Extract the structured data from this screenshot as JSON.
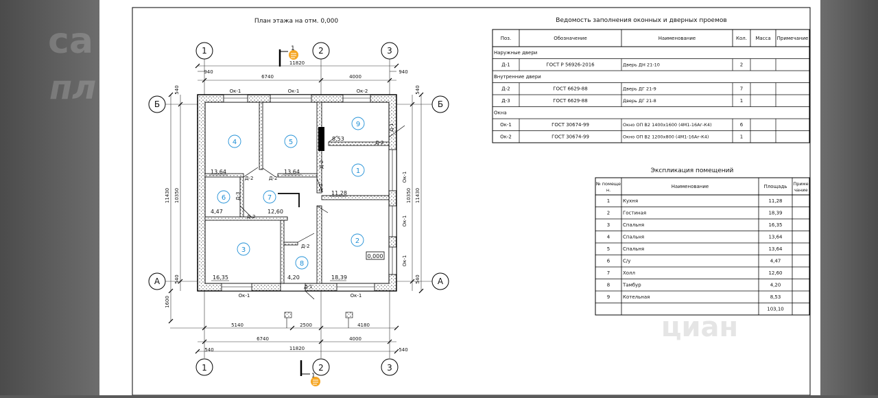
{
  "plan": {
    "title": "План этажа на отм. 0,000",
    "axes": {
      "col1": "1",
      "col2": "2",
      "col3": "3",
      "rowB": "Б",
      "rowA": "А"
    },
    "section": {
      "mark": "1"
    },
    "dims": {
      "top_total": "11820",
      "top_a": "6740",
      "top_b": "4000",
      "top_l": "940",
      "top_r": "940",
      "bot_a": "5140",
      "bot_b": "2500",
      "bot_c": "4180",
      "bot_d": "6740",
      "bot_e": "4000",
      "bot_total": "11820",
      "bot_l": "540",
      "bot_r": "540",
      "left_outer": "11430",
      "left_inner": "10350",
      "left_top": "540",
      "left_bot": "540",
      "left_porch": "1600",
      "right_outer": "11430",
      "right_inner": "10350",
      "right_top": "540",
      "right_bot": "540"
    },
    "windows": {
      "w_top1": "Ок-1",
      "w_top2": "Ок-1",
      "w_top3": "Ок-2",
      "w_bot1": "Ок-1",
      "w_bot2": "Ок-1",
      "w_r1": "Ок-1",
      "w_r2": "Ок-1",
      "w_r3": "Ок-1"
    },
    "doors": {
      "d1": "Д-1",
      "d1b": "Д-1",
      "d2a": "Д-2",
      "d2b": "Д-2",
      "d2c": "Д-2",
      "d2d": "Д-2",
      "d2e": "Д-2",
      "d2f": "Д-2",
      "d3": "Д-3"
    },
    "rooms": {
      "r1": "1",
      "r2": "2",
      "r3": "3",
      "r4": "4",
      "r5": "5",
      "r6": "6",
      "r7": "7",
      "r8": "8",
      "r9": "9"
    },
    "areas": {
      "a1": "11,28",
      "a2": "18,39",
      "a3": "16,35",
      "a4": "13,64",
      "a5": "13,64",
      "a6": "4,47",
      "a7": "12,60",
      "a8": "4,20",
      "a9": "8,53"
    },
    "level": "0,000"
  },
  "openings": {
    "title": "Ведомость заполнения оконных и дверных проемов",
    "headers": [
      "Поз.",
      "Обозначение",
      "Наименование",
      "Кол.",
      "Масса",
      "Примечание"
    ],
    "rows": [
      {
        "section": "Наружные двери"
      },
      {
        "cells": [
          "Д-1",
          "ГОСТ Р 56926-2016",
          "Дверь ДН 21-10",
          "2",
          "",
          ""
        ]
      },
      {
        "section": "Внутренние двери"
      },
      {
        "cells": [
          "Д-2",
          "ГОСТ 6629-88",
          "Дверь ДГ 21-9",
          "7",
          "",
          ""
        ]
      },
      {
        "cells": [
          "Д-3",
          "ГОСТ 6629-88",
          "Дверь ДГ 21-8",
          "1",
          "",
          ""
        ]
      },
      {
        "section": "Окна"
      },
      {
        "cells": [
          "Ок-1",
          "ГОСТ 30674-99",
          "Окно ОП В2 1400х1600 (4М1-16Аг-К4)",
          "6",
          "",
          ""
        ]
      },
      {
        "cells": [
          "Ок-2",
          "ГОСТ 30674-99",
          "Окно ОП В2 1200х800 (4М1-16Аг-К4)",
          "1",
          "",
          ""
        ]
      }
    ]
  },
  "rooms_table": {
    "title": "Экспликация помещений",
    "headers": [
      "№ помеще н.",
      "Наименование",
      "Площадь",
      "Приме чание"
    ],
    "rows": [
      [
        "1",
        "Кухня",
        "11,28",
        ""
      ],
      [
        "2",
        "Гостиная",
        "18,39",
        ""
      ],
      [
        "3",
        "Спальня",
        "16,35",
        ""
      ],
      [
        "4",
        "Спальня",
        "13,64",
        ""
      ],
      [
        "5",
        "Спальня",
        "13,64",
        ""
      ],
      [
        "6",
        "С/у",
        "4,47",
        ""
      ],
      [
        "7",
        "Холл",
        "12,60",
        ""
      ],
      [
        "8",
        "Тамбур",
        "4,20",
        ""
      ],
      [
        "9",
        "Котельная",
        "8,53",
        ""
      ]
    ],
    "total": "103,10"
  },
  "watermark": {
    "left_top": "са",
    "left_bottom": "пл",
    "right": "циан"
  },
  "colors": {
    "room_circle": "#1f8fd6",
    "badge": "#f5a623",
    "sheet": "#ffffff"
  }
}
